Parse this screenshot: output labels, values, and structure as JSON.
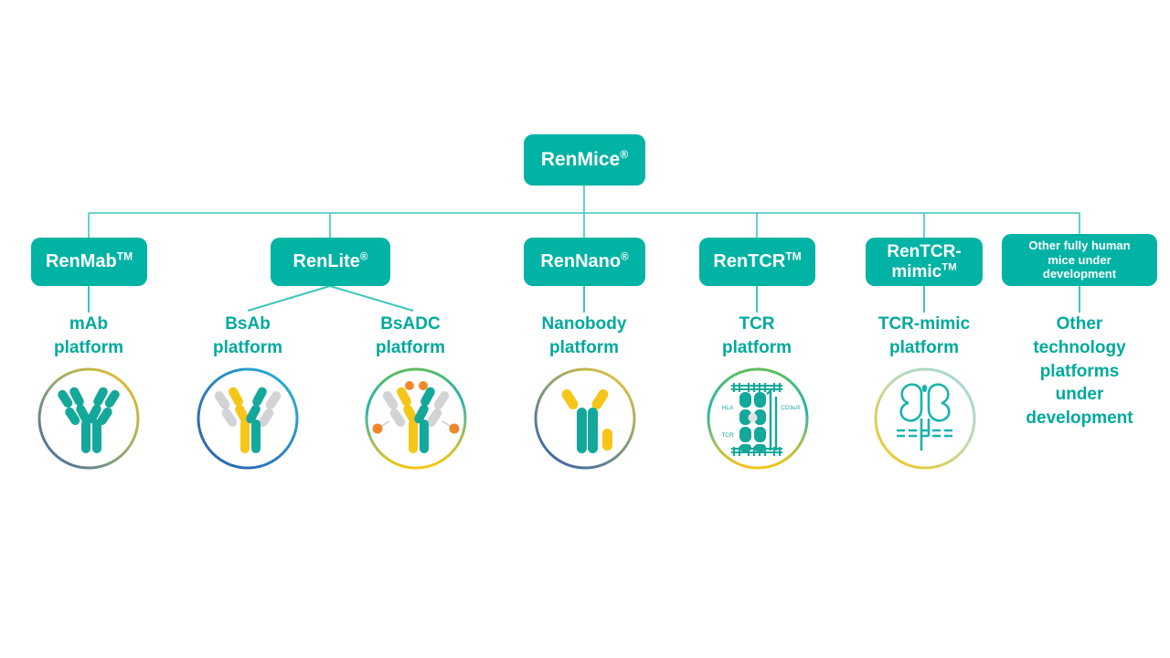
{
  "diagram": {
    "title_node": {
      "name": "RenMice",
      "mark": "®"
    },
    "accent_teal": "#00B3A4",
    "label_teal": "#00A99D",
    "line_teal": "#3FC6BC",
    "branches": [
      {
        "id": "renmab",
        "box_name": "RenMab",
        "box_mark": "TM",
        "platform_label": "mAb\nplatform",
        "platform_line1": "mAb",
        "platform_line2": "platform",
        "icon": "antibody-mab-icon",
        "ring_from": "#F0C419",
        "ring_to": "#3A62A8"
      },
      {
        "id": "renlite",
        "box_name": "RenLite",
        "box_mark": "®",
        "children": [
          {
            "id": "bsab",
            "platform_line1": "BsAb",
            "platform_line2": "platform",
            "icon": "antibody-bispecific-icon",
            "ring_from": "#23B8D8",
            "ring_to": "#2F5FA8"
          },
          {
            "id": "bsadc",
            "platform_line1": "BsADC",
            "platform_line2": "platform",
            "icon": "antibody-drug-conjugate-icon",
            "ring_from": "#5FBF5A",
            "ring_to": "#F5C518"
          }
        ]
      },
      {
        "id": "rennano",
        "box_name": "RenNano",
        "box_mark": "®",
        "platform_line1": "Nanobody",
        "platform_line2": "platform",
        "icon": "nanobody-icon",
        "ring_from": "#E8C53A",
        "ring_to": "#3A62A8"
      },
      {
        "id": "rentcr",
        "box_name": "RenTCR",
        "box_mark": "TM",
        "platform_line1": "TCR",
        "platform_line2": "platform",
        "icon": "tcr-complex-icon",
        "ring_from": "#5FBF5A",
        "ring_to": "#F5C518"
      },
      {
        "id": "rentcrmimic",
        "box_name_line1": "RenTCR-",
        "box_name_line2": "mimic",
        "box_mark": "TM",
        "platform_line1": "TCR-mimic",
        "platform_line2": "platform",
        "icon": "tcr-mimic-icon",
        "ring_from": "#9FD8E0",
        "ring_to": "#F5C518"
      },
      {
        "id": "other",
        "box_line1": "Other fully human",
        "box_line2": "mice under",
        "box_line3": "development",
        "platform_line1": "Other",
        "platform_line2": "technology",
        "platform_line3": "platforms",
        "platform_line4": "under",
        "platform_line5": "development"
      }
    ],
    "icon_text": {
      "tcr_hla": "HLA",
      "tcr_cd3": "CD3ε/δ",
      "tcr_tcr": "TCR"
    }
  }
}
